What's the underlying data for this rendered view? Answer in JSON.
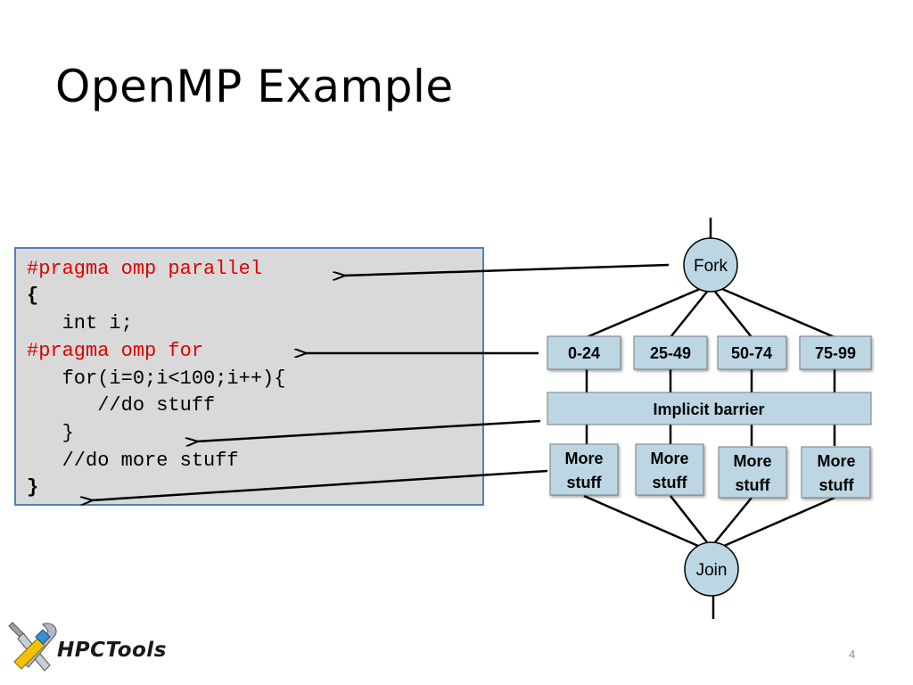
{
  "slide": {
    "title": "OpenMP Example",
    "page_number": "4"
  },
  "code": {
    "lines": [
      "#pragma omp parallel",
      "{",
      "   int i;",
      "#pragma omp for",
      "   for(i=0;i<100;i++){",
      "      //do stuff",
      "   }",
      "   //do more stuff",
      "}"
    ]
  },
  "diagram": {
    "fork_label": "Fork",
    "join_label": "Join",
    "ranges": [
      "0-24",
      "25-49",
      "50-74",
      "75-99"
    ],
    "barrier_label": "Implicit barrier",
    "stuff": [
      {
        "line1": "More",
        "line2": "stuff"
      },
      {
        "line1": "More",
        "line2": "stuff"
      },
      {
        "line1": "More",
        "line2": "stuff"
      },
      {
        "line1": "More",
        "line2": "stuff"
      }
    ]
  },
  "logo": {
    "text": "HPCTools"
  },
  "colors": {
    "code_bg": "#d9d9d9",
    "code_border": "#4f81bd",
    "pragma": "#e00000",
    "node_fill": "#bcd7e3"
  }
}
